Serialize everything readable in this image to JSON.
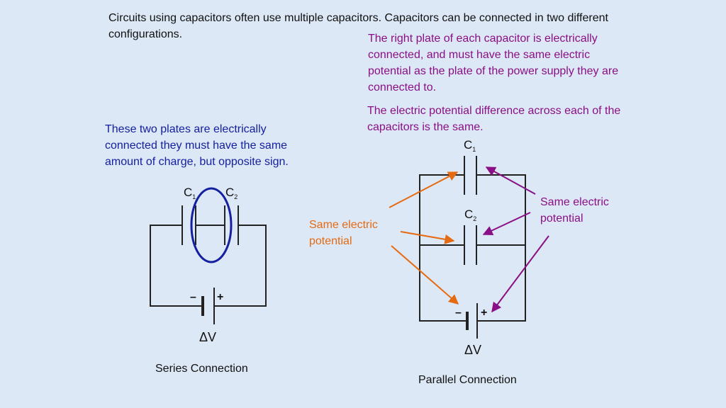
{
  "intro_text": "Circuits using capacitors often use multiple capacitors.  Capacitors can be connected in two different configurations.",
  "right_plate_note": "The right plate of each capacitor is electrically connected, and must have the same electric potential as the plate of the power supply they are connected to.",
  "potential_diff_note": "The electric potential difference across each of the capacitors is the same.",
  "series_note": "These two plates are electrically connected they must have the same amount of charge, but opposite sign.",
  "orange_label": "Same electric potential",
  "purple_label": "Same electric potential",
  "series": {
    "c1": {
      "main": "C",
      "sub": "1"
    },
    "c2": {
      "main": "C",
      "sub": "2"
    },
    "minus": "–",
    "plus": "+",
    "voltage": "ΔV",
    "caption": "Series Connection"
  },
  "parallel": {
    "c1": {
      "main": "C",
      "sub": "1"
    },
    "c2": {
      "main": "C",
      "sub": "2"
    },
    "minus": "–",
    "plus": "+",
    "voltage": "ΔV",
    "caption": "Parallel Connection"
  },
  "colors": {
    "background": "#dce8f5",
    "purple": "#8a0f86",
    "blue": "#1520a0",
    "orange": "#e56a12",
    "ellipse": "#1520a0"
  }
}
